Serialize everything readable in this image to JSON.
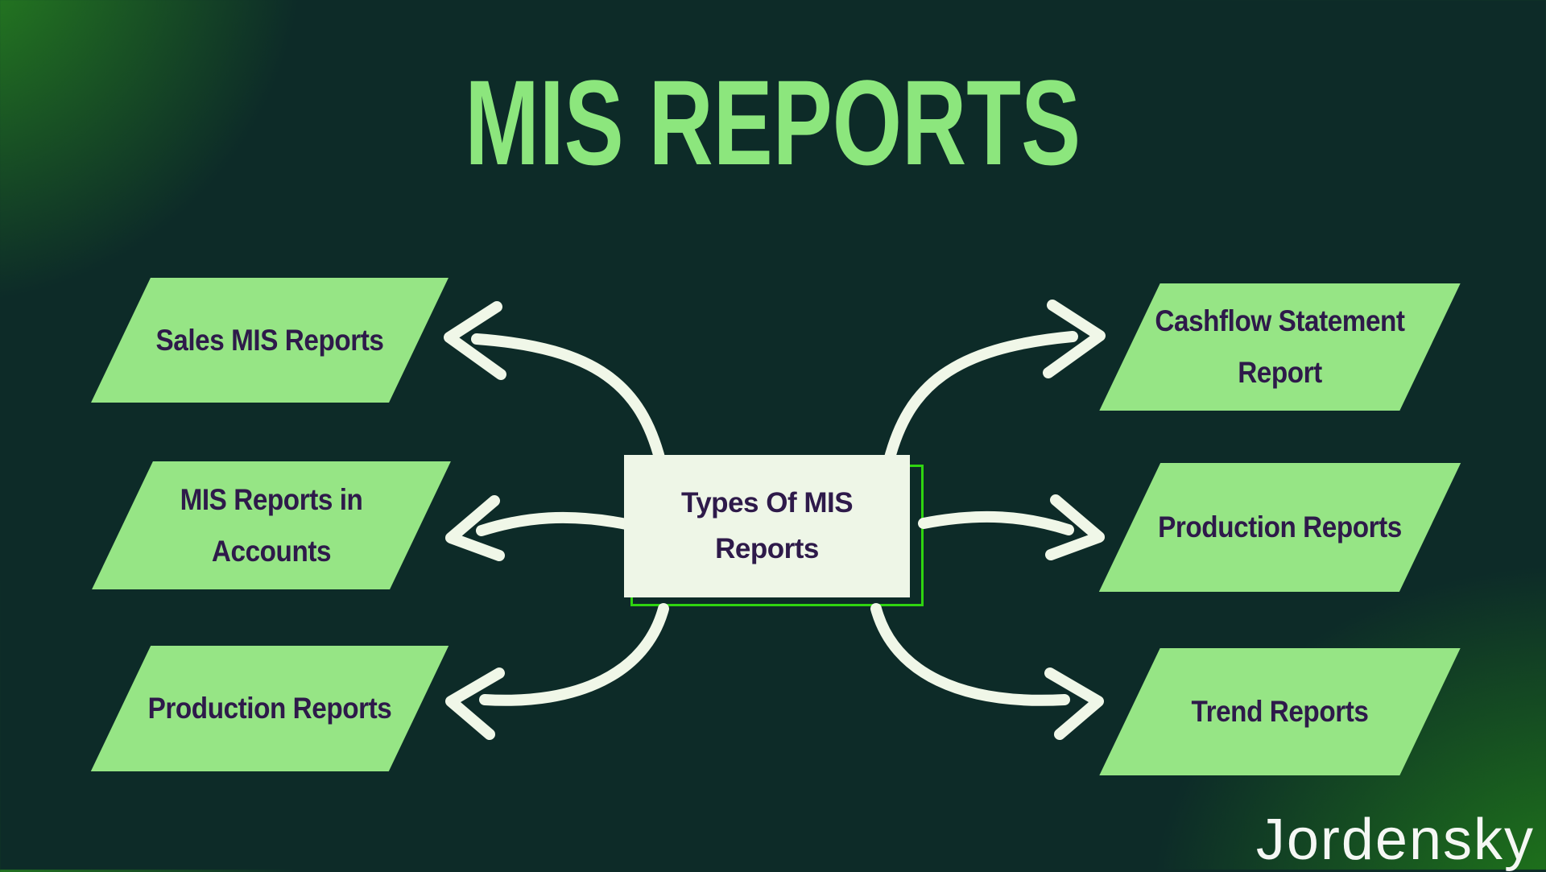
{
  "title": "MIS REPORTS",
  "center_box": {
    "label": [
      "Types Of MIS",
      "Reports"
    ]
  },
  "nodes": {
    "left": [
      {
        "label": [
          "Sales MIS Reports"
        ]
      },
      {
        "label": [
          "MIS Reports in",
          "Accounts"
        ]
      },
      {
        "label": [
          "Production Reports"
        ]
      }
    ],
    "right": [
      {
        "label": [
          "Cashflow Statement",
          "Report"
        ]
      },
      {
        "label": [
          "Production Reports"
        ]
      },
      {
        "label": [
          "Trend Reports"
        ]
      }
    ]
  },
  "watermark": "Jordensky",
  "colors": {
    "background": "#0d2b28",
    "glow_green": "#2a8c1e",
    "node_fill": "#96e585",
    "node_text": "#2e1a4a",
    "title_text": "#8ce67d",
    "center_fill": "#eef6e7",
    "center_outline": "#2fd410",
    "arrow": "#f0f7e8",
    "watermark_text": "#f5f7f4"
  }
}
